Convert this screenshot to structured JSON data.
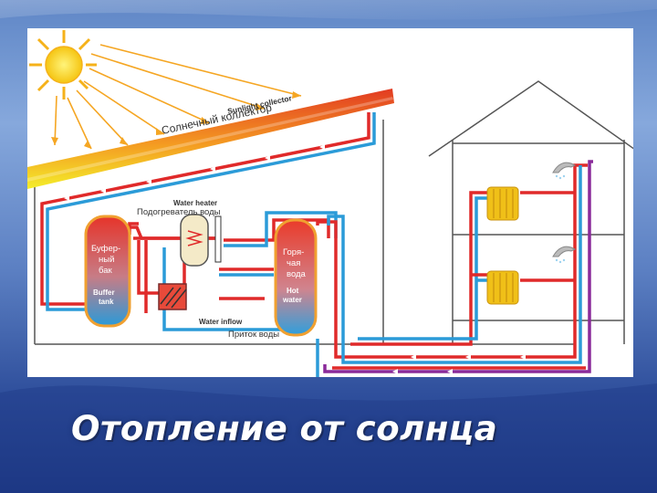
{
  "slide": {
    "title": "Отопление от солнца"
  },
  "diagram": {
    "collector_en": "Sunlight collector",
    "collector_ru": "Солнечный коллектор",
    "water_heater_en": "Water heater",
    "water_heater_ru": "Подогреватель воды",
    "buffer_ru_1": "Буфер-",
    "buffer_ru_2": "ный",
    "buffer_ru_3": "бак",
    "buffer_en_1": "Buffer",
    "buffer_en_2": "tank",
    "hot_ru_1": "Горя-",
    "hot_ru_2": "чая",
    "hot_ru_3": "вода",
    "hot_en_1": "Hot",
    "hot_en_2": "water",
    "inflow_en": "Water inflow",
    "inflow_ru": "Приток воды",
    "colors": {
      "hot_pipe": "#e02a2a",
      "cold_pipe": "#2b9bd8",
      "return_pipe": "#8a2a9a",
      "collector_top": "#e23a22",
      "collector_bottom": "#f4ee2a",
      "sun": "#f7d21a",
      "radiator": "#f0c018"
    }
  }
}
